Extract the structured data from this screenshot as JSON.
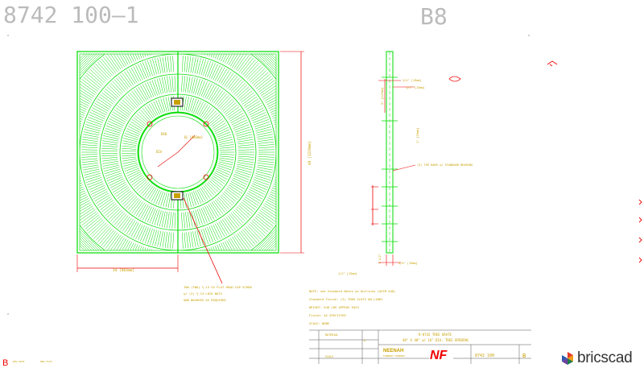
{
  "header": {
    "part_number": "8742  100–1",
    "sheet_code": "B8"
  },
  "grate": {
    "dim_bottom": "34 [864mm]",
    "dim_right": "48 [1219mm]",
    "dim_inner_right": "16 [406mm]",
    "dim_inner_angle": "RAD",
    "dim_inner_label": "DIA",
    "callout": [
      "TWO (TWO) ½-13 SS FLAT HEAD CAP SCREW",
      "w/ (2) ½-13 LOCK NUTS",
      "AND WASHERS AS REQUIRED"
    ]
  },
  "section": {
    "dim_top_1": "3/4\" [19mm]",
    "dim_top_2": "1/2\" [13mm]",
    "dim_side_top": "5\" [127mm]",
    "dim_side_mid": "1\" [25mm]",
    "section_label": "(3) TEE BARS w/ STANDARD BEARING",
    "dim_bottom_left": "1/2\" [13mm]",
    "dim_bottom_right": "3/4\" [19mm]",
    "dim_side_bottom": "1 1/2\""
  },
  "notes": [
    "NOTE: see Standard Notes on Outlines (ASTM A48)",
    "Standard Finish: (3) THRU SLOTS ON LINES",
    "WEIGHT: 640 LBS  APPROX EACH",
    "Finish: AS SPECIFIED",
    "SCALE: NONE"
  ],
  "title_block": {
    "product_line": "R-8742 TREE GRATE",
    "description": "48\" X 48\" w/ 16\" DIA. TREE OPENING",
    "company": "NEENAH",
    "company_sub": "FOUNDRY COMPANY",
    "logo_text": "NF",
    "drawing_no": "8742  100",
    "rev": "B",
    "row1": "MATERIAL",
    "row2": "A",
    "row3": "SCALE"
  },
  "footer": {
    "left_code": "B",
    "left_small": "REV  DATE",
    "left_small_2": "DWG FILE",
    "brand_name": "bricscad"
  },
  "colors": {
    "linework": "#00dd00",
    "dimension": "#ee0000",
    "text": "#c8a000",
    "title": "#aaaaaa"
  }
}
